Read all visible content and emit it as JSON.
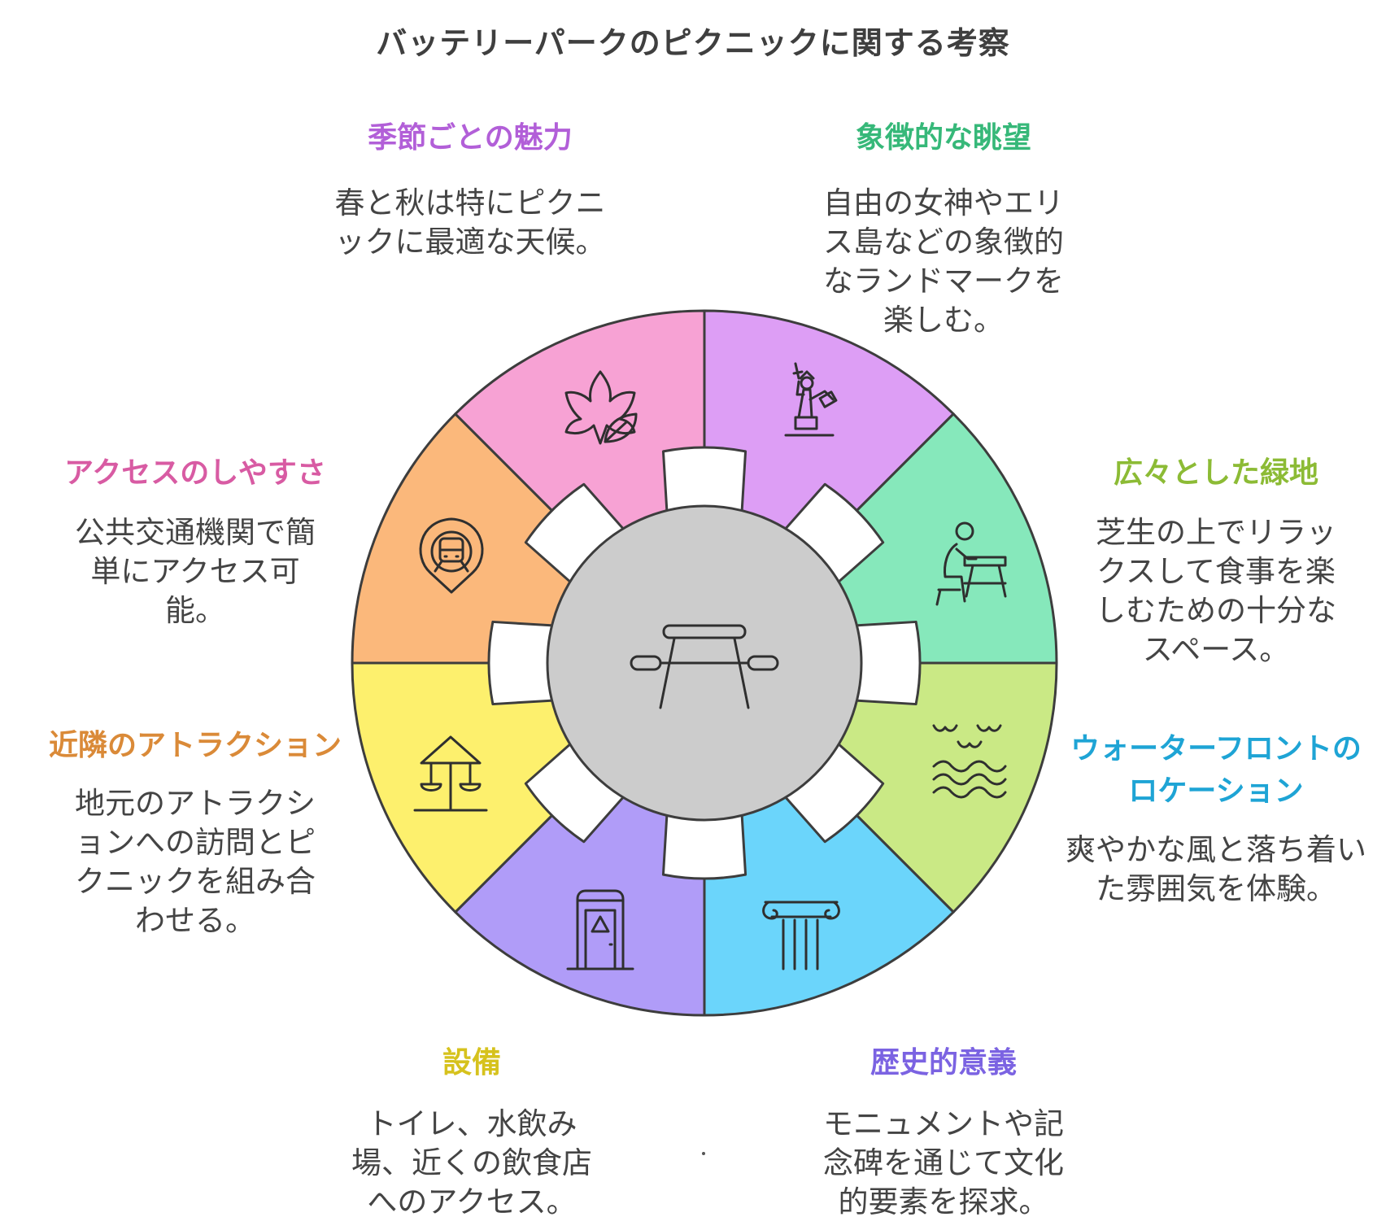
{
  "title": "バッテリーパークのピクニックに関する考察",
  "center": {
    "icon": "picnic-table-icon"
  },
  "segments": [
    {
      "id": "seasonal",
      "heading": "季節ごとの魅力",
      "text": "春と秋は特にピクニックに最適な天候。",
      "color": "#dd9ef5",
      "headColor": "#b25fd8",
      "icon": "leaves-icon"
    },
    {
      "id": "iconic",
      "heading": "象徴的な眺望",
      "text": "自由の女神やエリス島などの象徴的なランドマークを楽しむ。",
      "color": "#86e8bb",
      "headColor": "#36b879",
      "icon": "statue-of-liberty-icon"
    },
    {
      "id": "green",
      "heading": "広々とした緑地",
      "text": "芝生の上でリラックスして食事を楽しむための十分なスペース。",
      "color": "#cae985",
      "headColor": "#8cbb35",
      "icon": "person-at-table-icon"
    },
    {
      "id": "waterfront",
      "heading": "ウォーターフロントのロケーション",
      "text": "爽やかな風と落ち着いた雰囲気を体験。",
      "color": "#6bd5fb",
      "headColor": "#1ea4d5",
      "icon": "waves-birds-icon"
    },
    {
      "id": "history",
      "heading": "歴史的意義",
      "text": "モニュメントや記念碑を通じて文化的要素を探求。",
      "color": "#b09cf8",
      "headColor": "#7b63e2",
      "icon": "ionic-column-icon"
    },
    {
      "id": "facilities",
      "heading": "設備",
      "text": "トイレ、水飲み場、近くの飲食店へのアクセス。",
      "color": "#fdf06d",
      "headColor": "#d6c21d",
      "icon": "restroom-door-icon"
    },
    {
      "id": "attractions",
      "heading": "近隣のアトラクション",
      "text": "地元のアトラクションへの訪問とピクニックを組み合わせる。",
      "color": "#fbb87b",
      "headColor": "#da8a38",
      "icon": "carousel-icon"
    },
    {
      "id": "access",
      "heading": "アクセスのしやすさ",
      "text": "公共交通機関で簡単にアクセス可能。",
      "color": "#f7a2d4",
      "headColor": "#d85ba3",
      "icon": "transit-location-icon"
    }
  ]
}
